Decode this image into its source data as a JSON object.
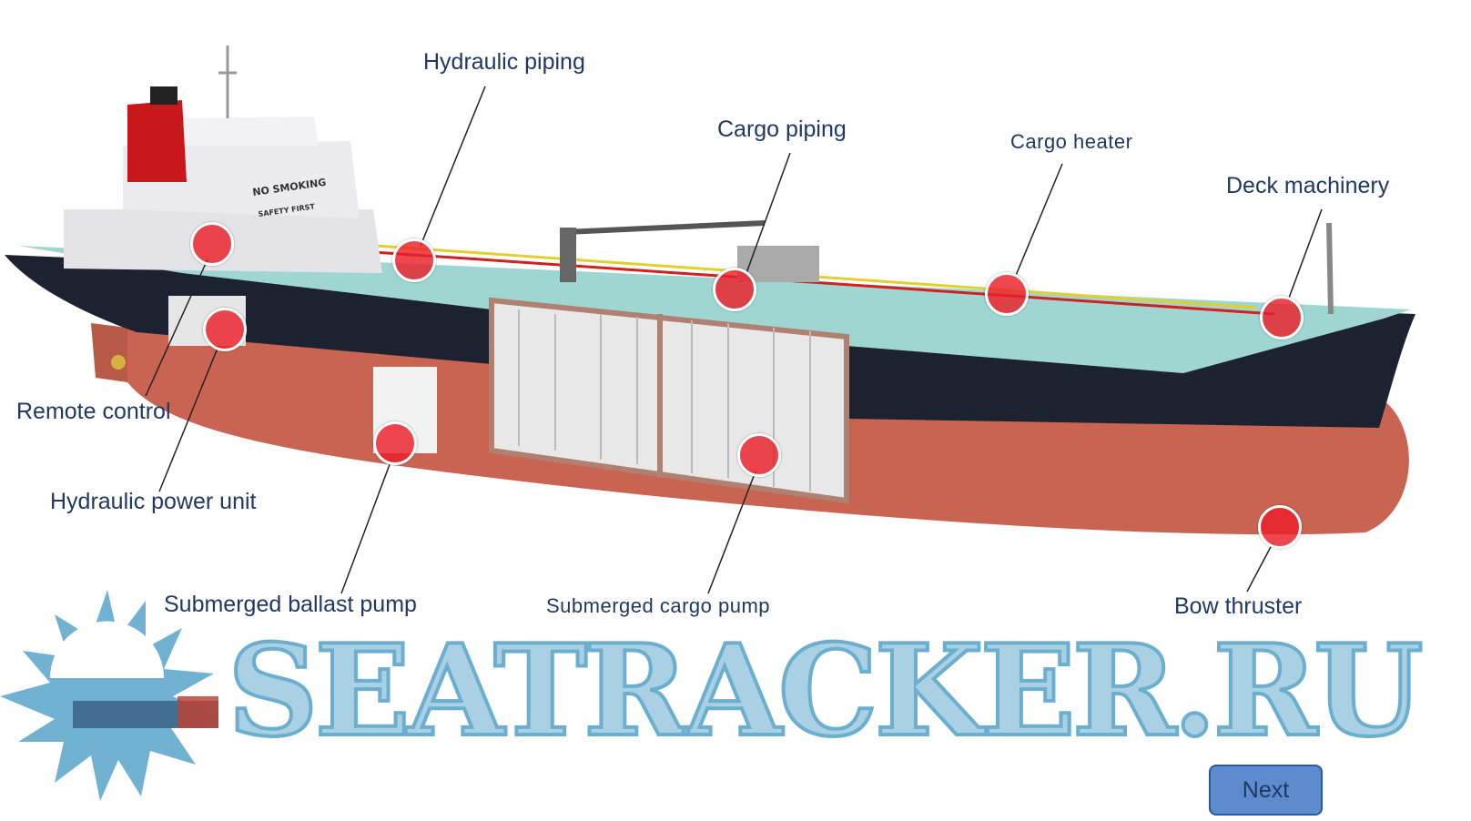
{
  "diagram": {
    "labels": {
      "hydraulic_piping": "Hydraulic piping",
      "cargo_piping": "Cargo piping",
      "cargo_heater": "Cargo heater",
      "deck_machinery": "Deck machinery",
      "remote_control": "Remote control",
      "hydraulic_power_unit": "Hydraulic power unit",
      "submerged_ballast_pump": "Submerged ballast pump",
      "submerged_cargo_pump": "Submerged cargo pump",
      "bow_thruster": "Bow thruster"
    },
    "ship_signs": {
      "no_smoking": "NO SMOKING",
      "safety_first": "SAFETY FIRST"
    },
    "hotspot_color": "#eb1e28"
  },
  "watermark": {
    "text": "SEATRACKER.RU"
  },
  "navigation": {
    "next_label": "Next"
  }
}
